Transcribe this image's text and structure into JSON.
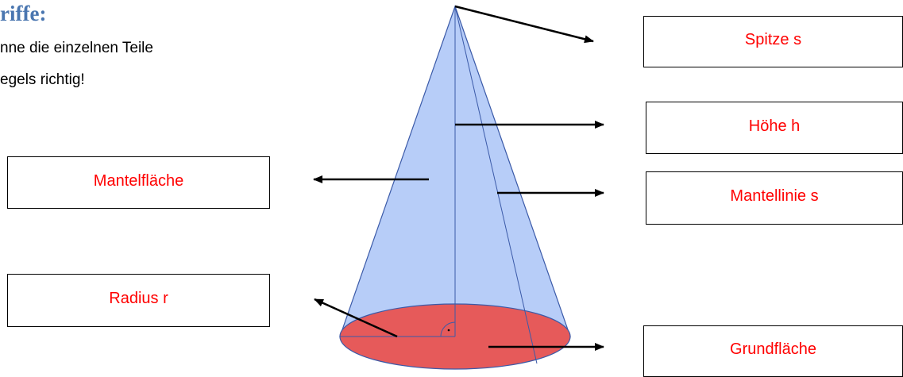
{
  "worksheet": {
    "heading": "riffe:",
    "instruction_line1": "nne die einzelnen Teile",
    "instruction_line2": "egels richtig!"
  },
  "labels": {
    "apex": "Spitze s",
    "height": "Höhe h",
    "lateral_surface": "Mantelfläche",
    "slant_height": "Mantellinie s",
    "radius": "Radius r",
    "base": "Grundfläche"
  },
  "colors": {
    "heading": "#4a76b0",
    "label_text": "#ff0000",
    "cone_body": "#b7cdf8",
    "cone_base": "#e65a5a",
    "lines": "#000000"
  }
}
